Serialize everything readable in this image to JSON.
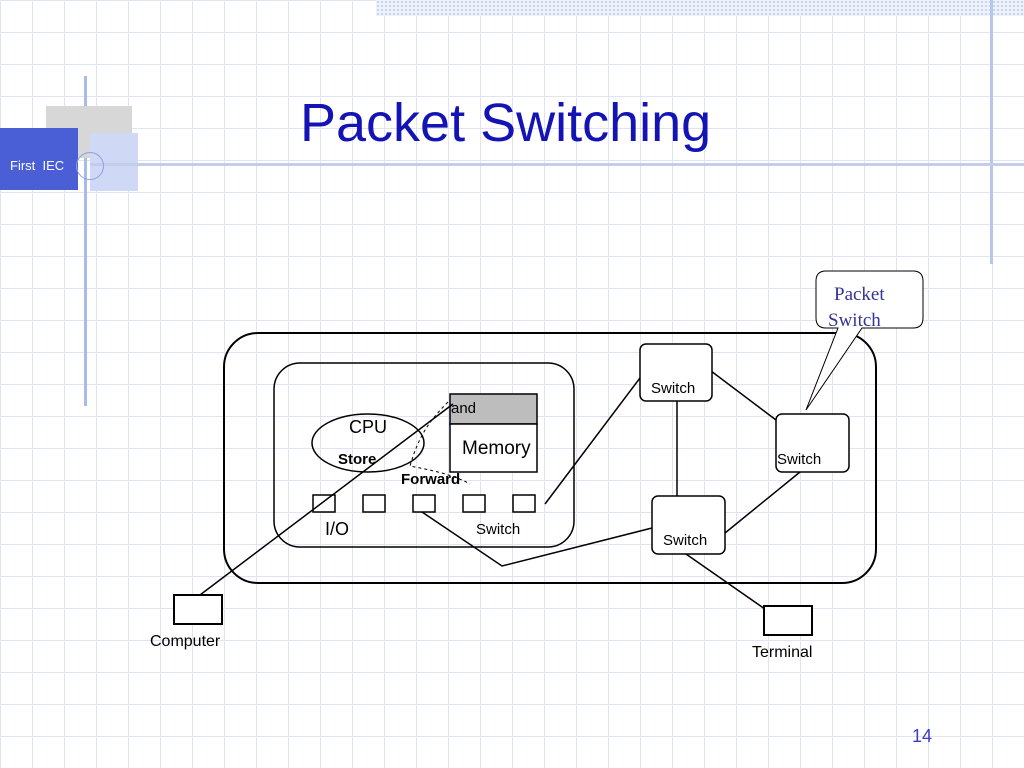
{
  "slide": {
    "title": "Packet Switching",
    "brand": "First  IEC",
    "page_number": "14"
  },
  "diagram": {
    "callout": {
      "line1": "Packet",
      "line2": "Switch"
    },
    "cpu_label": "CPU",
    "store_label": "Store",
    "and_label": "and",
    "forward_label": "Forward",
    "memory_label": "Memory",
    "io_label": "I/O",
    "inner_switch_label": "Switch",
    "switch_top": "Switch",
    "switch_right": "Switch",
    "switch_bottom": "Switch",
    "computer_label": "Computer",
    "terminal_label": "Terminal"
  },
  "colors": {
    "title": "#1414b4",
    "brand_block": "#4a5fd6",
    "memory_header": "#bdbdbd",
    "grid": "#dfe3f3"
  }
}
